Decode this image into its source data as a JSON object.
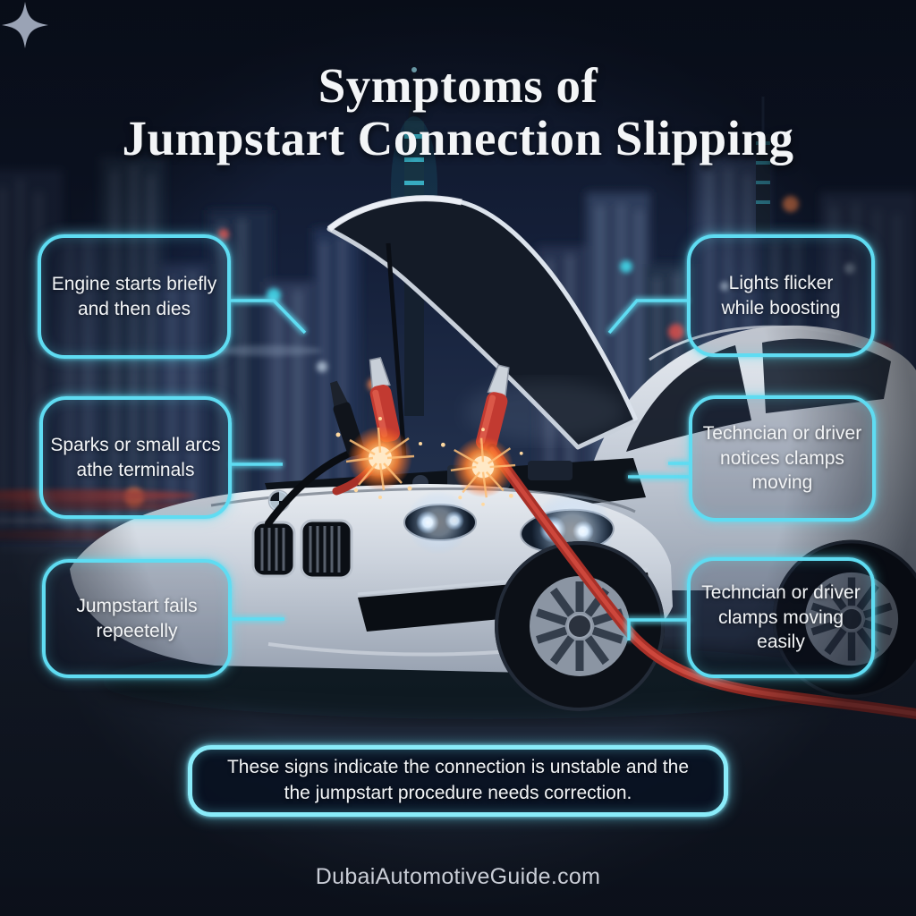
{
  "title": {
    "line1": "Symptoms of",
    "line2": "Jumpstart Connection Slipping"
  },
  "callouts": [
    {
      "name": "engine-starts-briefly",
      "text": "Engine starts briefly\nand then dies"
    },
    {
      "name": "sparks-at-terminals",
      "text": "Sparks or small arcs\nathe terminals"
    },
    {
      "name": "jumpstart-fails",
      "text": "Jumpstart fails\nrepeetelly"
    },
    {
      "name": "lights-flicker",
      "text": "Lights flicker\nwhile boosting"
    },
    {
      "name": "driver-notices-clamps",
      "text": "Techncian or driver\nnotices clamps\nmoving"
    },
    {
      "name": "clamps-moving-easily",
      "text": "Techncian or driver\nclamps moving\neasily"
    }
  ],
  "summary": {
    "text": "These signs indicate the connection is unstable and the\nthe jumpstart procedure needs correction."
  },
  "footer": {
    "text": "DubaiAutomotiveGuide.com"
  },
  "icons": {
    "sparkle": "four-point-star-icon"
  },
  "colors": {
    "accent": "#5fdcf2",
    "accent_bright": "#8aecfa",
    "background": "#0d1424",
    "text": "#f2f4f6",
    "cable_red": "#c23b35",
    "spark_orange": "#ff9a3d",
    "footer_text": "#c9cdd6",
    "sparkle_gray": "#9aa3b5"
  }
}
